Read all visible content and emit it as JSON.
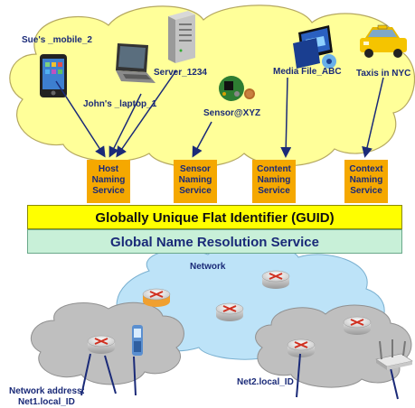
{
  "devices": {
    "phone": "Sue's _mobile_2",
    "laptop": "John's _laptop_1",
    "server": "Server_1234",
    "sensor": "Sensor@XYZ",
    "media": "Media File_ABC",
    "taxi": "Taxis in NYC"
  },
  "services": {
    "host": [
      "Host",
      "Naming",
      "Service"
    ],
    "sensor": [
      "Sensor",
      "Naming",
      "Service"
    ],
    "content": [
      "Content",
      "Naming",
      "Service"
    ],
    "context": [
      "Context",
      "Naming",
      "Service"
    ]
  },
  "guid_bar": "Globally Unique Flat Identifier (GUID)",
  "gnrs_bar": "Global Name Resolution Service",
  "network_label": "Network",
  "net1_label_line1": "Network address:",
  "net1_label_line2": "Net1.local_ID",
  "net2_label": "Net2.local_ID",
  "colors": {
    "cloud_top": "#ffff99",
    "cloud_network": "#bde3f8",
    "cloud_subnet": "#bfbfbf",
    "service_box": "#f5a800",
    "guid_bar": "#ffff00",
    "gnrs_bar": "#c8f0d8",
    "label_text": "#1a2a78",
    "arrow": "#1a2a78"
  }
}
